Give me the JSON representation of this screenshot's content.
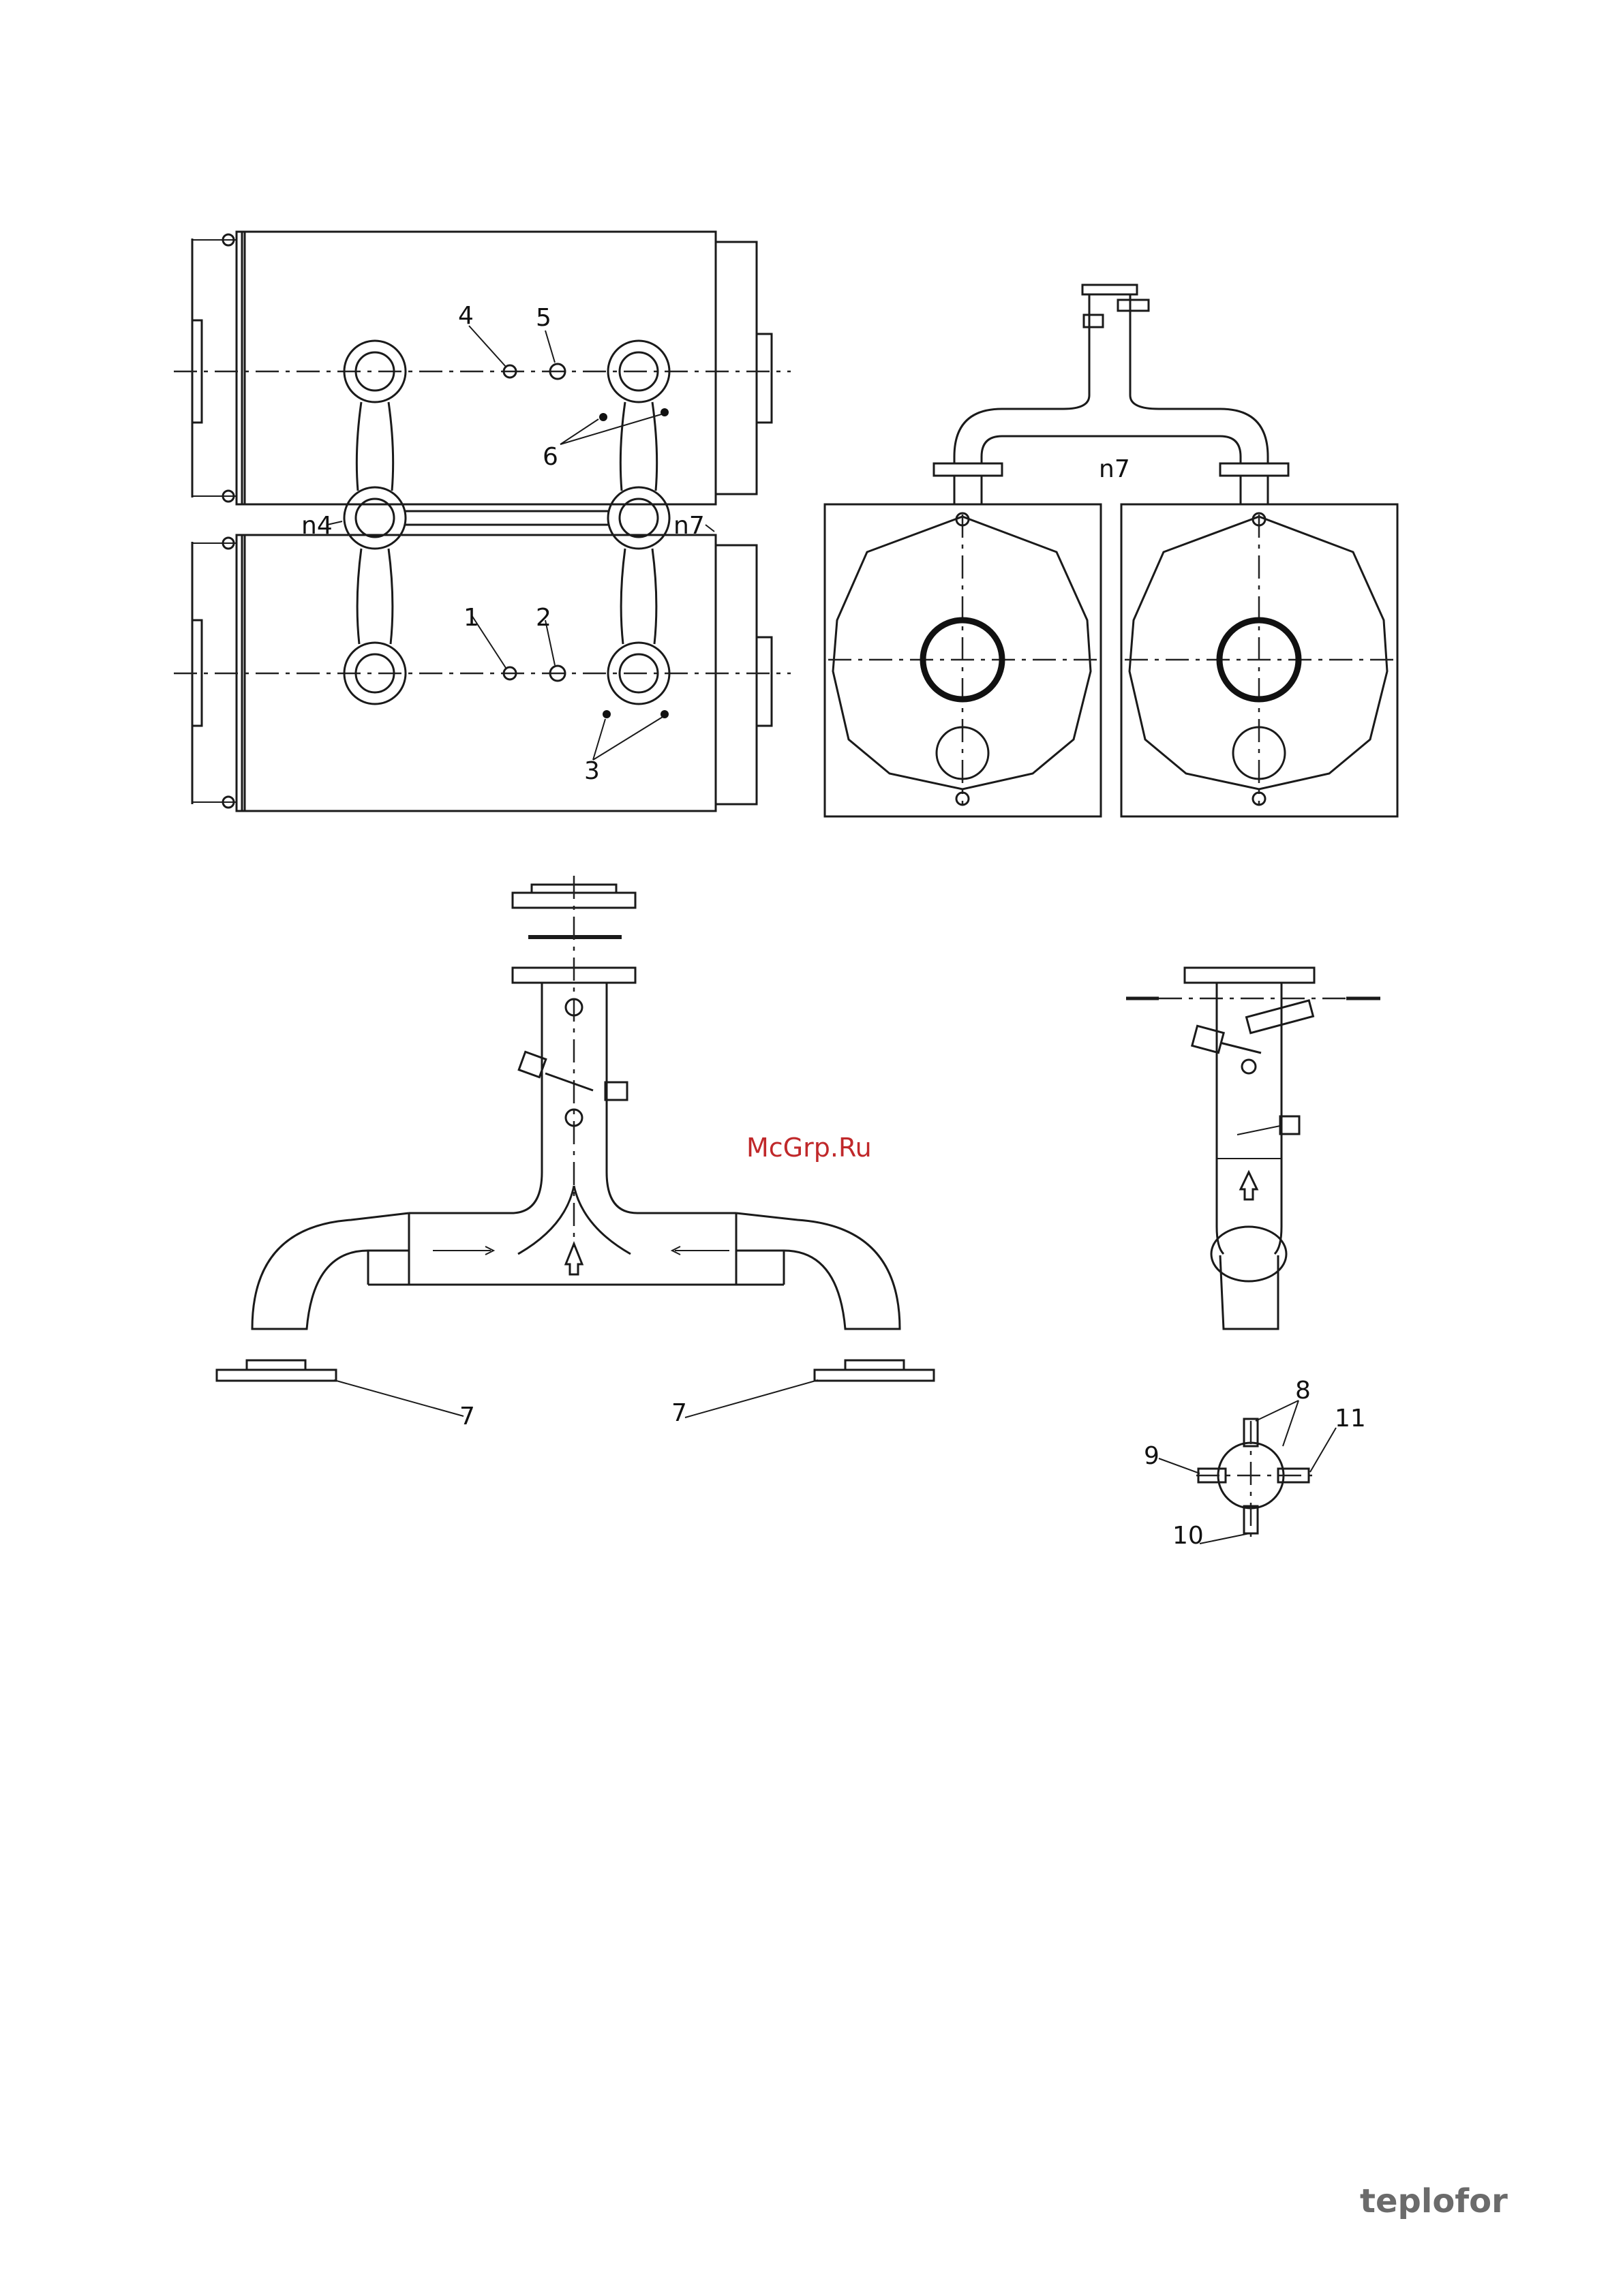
{
  "labels": {
    "n4": "n4",
    "n7_left": "n7",
    "n7_right": "n7",
    "c1": "1",
    "c2": "2",
    "c3": "3",
    "c4": "4",
    "c5": "5",
    "c6": "6",
    "c7_left": "7",
    "c7_right": "7",
    "c8": "8",
    "c9": "9",
    "c10": "10",
    "c11": "11"
  },
  "watermark": "McGrp.Ru",
  "brand": {
    "text": "teplofor",
    "color": "#6b6b6b"
  },
  "colors": {
    "line": "#1a1a1a",
    "watermark": "#c0282a"
  }
}
